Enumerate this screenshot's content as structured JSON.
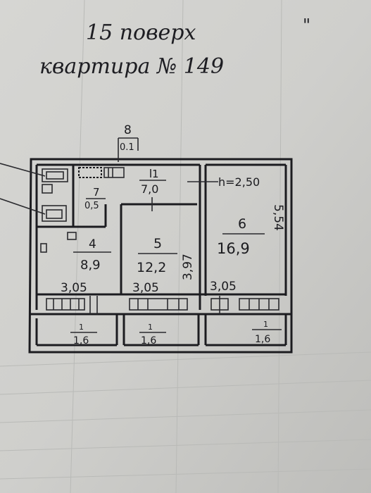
{
  "header": {
    "floor": "15 поверх",
    "apartment": "квартира № 149",
    "mark": "\""
  },
  "plan": {
    "corridor_label": "8",
    "corridor_area": "0.1",
    "ceiling_height": "h=2,50",
    "rooms": [
      {
        "number": "1",
        "area": "7,0"
      },
      {
        "number": "7",
        "area": "0,5"
      },
      {
        "number": "4",
        "area": "8,9"
      },
      {
        "number": "5",
        "area": "12,2"
      },
      {
        "number": "6",
        "area": "16,9"
      }
    ],
    "dimensions": {
      "room4_width": "3,05",
      "room5_width": "3,05",
      "room6_width": "3,05",
      "room5_height": "3,97",
      "room6_height": "5,54"
    },
    "balconies": [
      {
        "label": "1",
        "area": "1,6"
      },
      {
        "label": "1",
        "area": "1,6"
      },
      {
        "label": "1",
        "area": "1,6"
      }
    ]
  }
}
